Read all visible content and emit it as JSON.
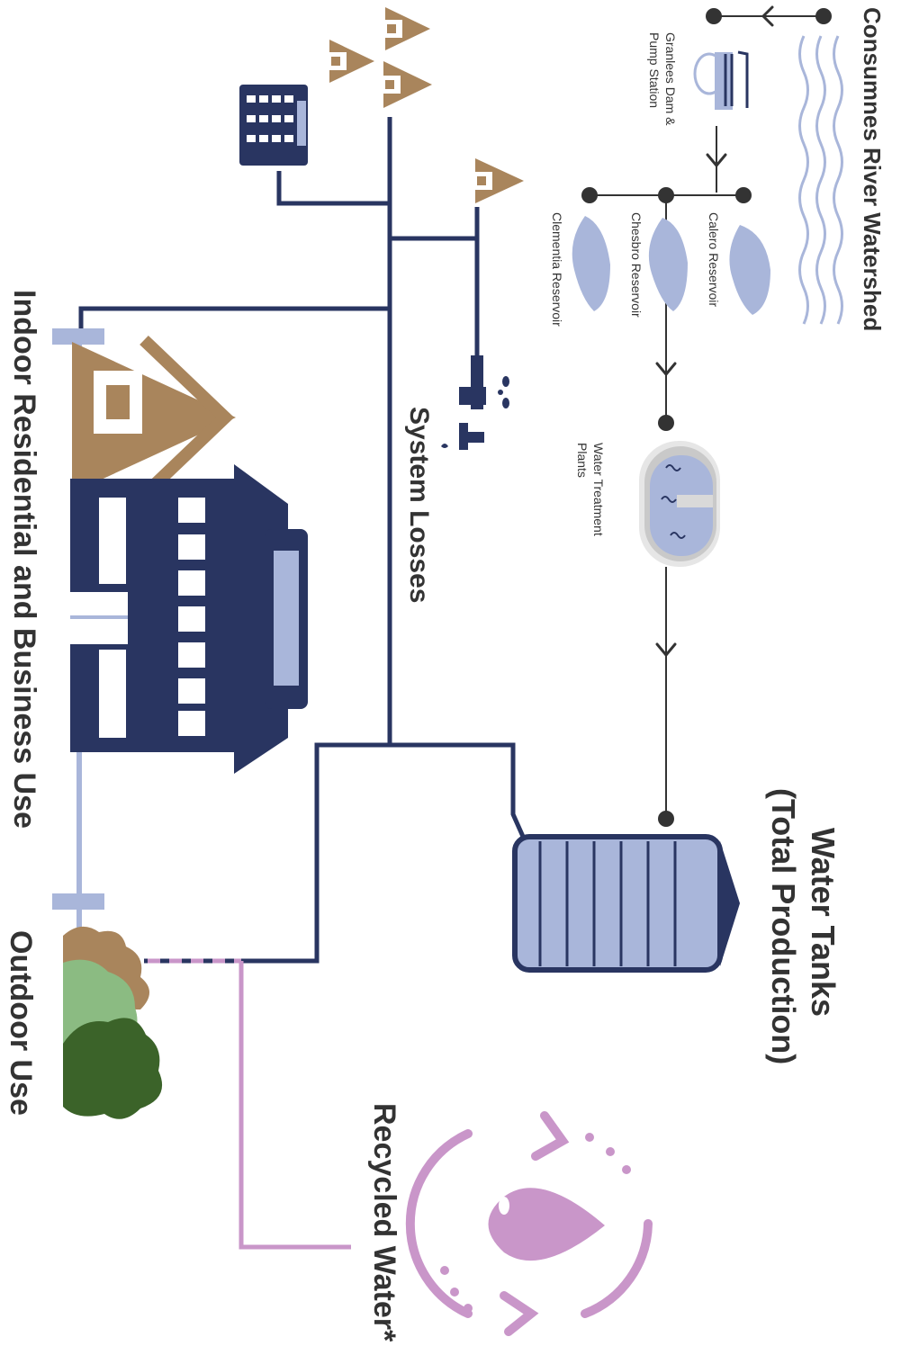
{
  "labels": {
    "watershed": "Consumnes River Watershed",
    "dam_line1": "Granlees Dam &",
    "dam_line2": "Pump Station",
    "calero": "Calero Reservoir",
    "chesbro": "Chesbro Reservoir",
    "clementia": "Clementia Reservoir",
    "wtp_line1": "Water Treatment",
    "wtp_line2": "Plants",
    "tanks_line1": "Water Tanks",
    "tanks_line2": "(Total Production)",
    "losses": "System Losses",
    "indoor": "Indoor Residential and Business Use",
    "outdoor": "Outdoor Use",
    "recycled": "Recycled Water*"
  },
  "colors": {
    "navy": "#293561",
    "light_blue": "#a9b6da",
    "brown": "#a9855c",
    "pink": "#c996c9",
    "green_light": "#8bbb82",
    "green_dark": "#3b6329",
    "text": "#333333"
  }
}
